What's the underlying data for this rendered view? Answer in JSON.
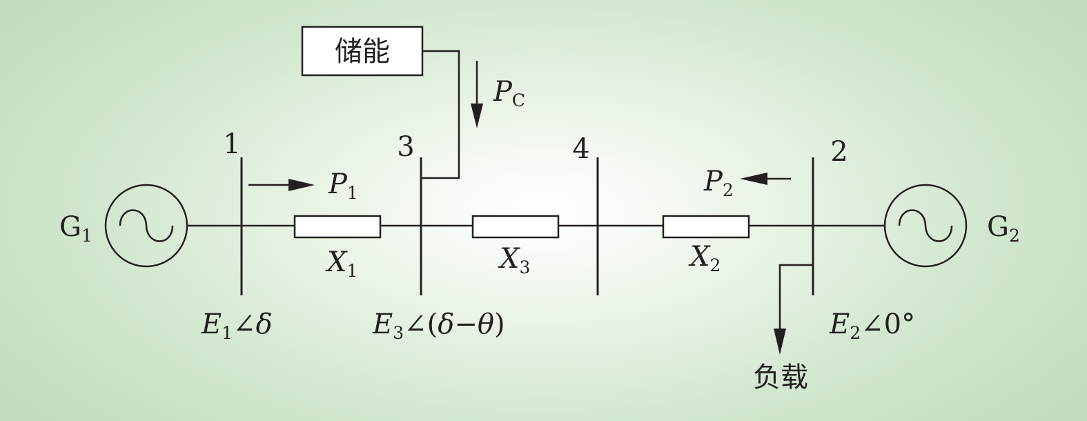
{
  "storage": {
    "label": "储能",
    "power_label": "P",
    "power_sub": "C"
  },
  "load": {
    "label": "负载"
  },
  "generators": [
    {
      "id": "G1",
      "letter": "G",
      "sub": "1"
    },
    {
      "id": "G2",
      "letter": "G",
      "sub": "2"
    }
  ],
  "buses": [
    {
      "label": "1"
    },
    {
      "label": "3"
    },
    {
      "label": "4"
    },
    {
      "label": "2"
    }
  ],
  "lines": [
    {
      "label": "X",
      "sub": "1"
    },
    {
      "label": "X",
      "sub": "3"
    },
    {
      "label": "X",
      "sub": "2"
    }
  ],
  "flows": [
    {
      "label": "P",
      "sub": "1"
    },
    {
      "label": "P",
      "sub": "2"
    }
  ],
  "voltages": {
    "e1": {
      "letter": "E",
      "sub": "1",
      "angle": "∠",
      "phase": "δ"
    },
    "e3": {
      "letter": "E",
      "sub": "3",
      "angle": "∠",
      "open": "(",
      "d": "δ",
      "minus": "−",
      "t": "θ",
      "close": ")"
    },
    "e2": {
      "letter": "E",
      "sub": "2",
      "angle": "∠",
      "phase": "0°"
    }
  },
  "colors": {
    "line": "#231f20",
    "box_fill": "#ffffff",
    "bg_center": "#ffffff",
    "bg_edge": "#c1dcbd"
  }
}
